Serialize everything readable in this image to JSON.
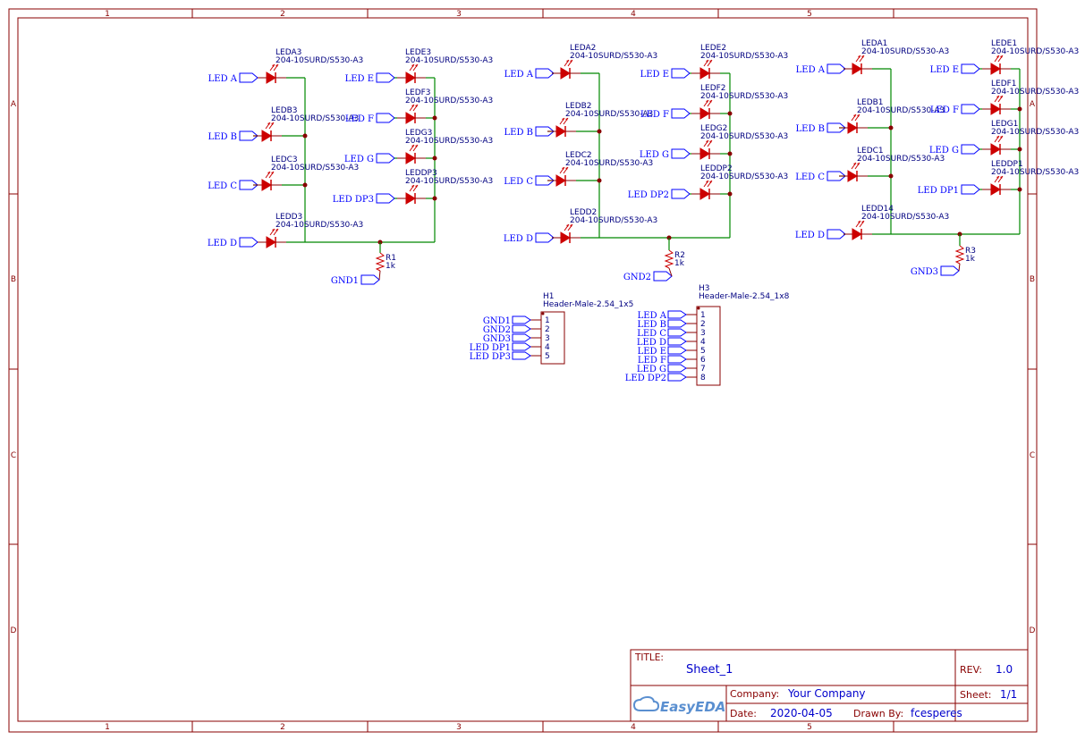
{
  "frame": {
    "col_labels": [
      "1",
      "2",
      "3",
      "4",
      "5"
    ],
    "row_labels": [
      "A",
      "B",
      "C",
      "D"
    ]
  },
  "colors": {
    "border": "#880000",
    "wire": "#008800",
    "net": "#0000ff",
    "text": "#000080",
    "pin": "#880000",
    "led": "#cc0000"
  },
  "groups": [
    {
      "leds": [
        {
          "ref": "LEDA3",
          "value": "204-10SURD/S530-A3",
          "net": "LED A"
        },
        {
          "ref": "LEDB3",
          "value": "204-10SURD/S530-A3",
          "net": "LED B"
        },
        {
          "ref": "LEDC3",
          "value": "204-10SURD/S530-A3",
          "net": "LED C"
        },
        {
          "ref": "LEDD3",
          "value": "204-10SURD/S530-A3",
          "net": "LED D"
        },
        {
          "ref": "LEDE3",
          "value": "204-10SURD/S530-A3",
          "net": "LED E"
        },
        {
          "ref": "LEDF3",
          "value": "204-10SURD/S530-A3",
          "net": "LED F"
        },
        {
          "ref": "LEDG3",
          "value": "204-10SURD/S530-A3",
          "net": "LED G"
        },
        {
          "ref": "LEDDP3",
          "value": "204-10SURD/S530-A3",
          "net": "LED DP3"
        }
      ],
      "resistor": {
        "ref": "R1",
        "value": "1k"
      },
      "gnd": "GND1"
    },
    {
      "leds": [
        {
          "ref": "LEDA2",
          "value": "204-10SURD/S530-A3",
          "net": "LED A"
        },
        {
          "ref": "LEDB2",
          "value": "204-10SURD/S530-A3",
          "net": "LED B"
        },
        {
          "ref": "LEDC2",
          "value": "204-10SURD/S530-A3",
          "net": "LED C"
        },
        {
          "ref": "LEDD2",
          "value": "204-10SURD/S530-A3",
          "net": "LED D"
        },
        {
          "ref": "LEDE2",
          "value": "204-10SURD/S530-A3",
          "net": "LED E"
        },
        {
          "ref": "LEDF2",
          "value": "204-10SURD/S530-A3",
          "net": "LED F"
        },
        {
          "ref": "LEDG2",
          "value": "204-10SURD/S530-A3",
          "net": "LED G"
        },
        {
          "ref": "LEDDP2",
          "value": "204-10SURD/S530-A3",
          "net": "LED DP2"
        }
      ],
      "resistor": {
        "ref": "R2",
        "value": "1k"
      },
      "gnd": "GND2"
    },
    {
      "leds": [
        {
          "ref": "LEDA1",
          "value": "204-10SURD/S530-A3",
          "net": "LED A"
        },
        {
          "ref": "LEDB1",
          "value": "204-10SURD/S530-A3",
          "net": "LED B"
        },
        {
          "ref": "LEDC1",
          "value": "204-10SURD/S530-A3",
          "net": "LED C"
        },
        {
          "ref": "LEDD14",
          "value": "204-10SURD/S530-A3",
          "net": "LED D"
        },
        {
          "ref": "LEDE1",
          "value": "204-10SURD/S530-A3",
          "net": "LED E"
        },
        {
          "ref": "LEDF1",
          "value": "204-10SURD/S530-A3",
          "net": "LED F"
        },
        {
          "ref": "LEDG1",
          "value": "204-10SURD/S530-A3",
          "net": "LED G"
        },
        {
          "ref": "LEDDP1",
          "value": "204-10SURD/S530-A3",
          "net": "LED DP1"
        }
      ],
      "resistor": {
        "ref": "R3",
        "value": "1k"
      },
      "gnd": "GND3"
    }
  ],
  "headers": [
    {
      "ref": "H1",
      "value": "Header-Male-2.54_1x5",
      "nets": [
        "GND1",
        "GND2",
        "GND3",
        "LED DP1",
        "LED DP3"
      ],
      "pins": [
        "1",
        "2",
        "3",
        "4",
        "5"
      ]
    },
    {
      "ref": "H3",
      "value": "Header-Male-2.54_1x8",
      "nets": [
        "LED A",
        "LED B",
        "LED C",
        "LED D",
        "LED E",
        "LED F",
        "LED G",
        "LED DP2"
      ],
      "pins": [
        "1",
        "2",
        "3",
        "4",
        "5",
        "6",
        "7",
        "8"
      ]
    }
  ],
  "title_block": {
    "title_label": "TITLE:",
    "title": "Sheet_1",
    "rev_label": "REV:",
    "rev": "1.0",
    "company_label": "Company:",
    "company": "Your Company",
    "sheet_label": "Sheet:",
    "sheet": "1/1",
    "date_label": "Date:",
    "date": "2020-04-05",
    "drawn_label": "Drawn By:",
    "drawn_by": "fcesperes",
    "logo_text": "EasyEDA"
  }
}
